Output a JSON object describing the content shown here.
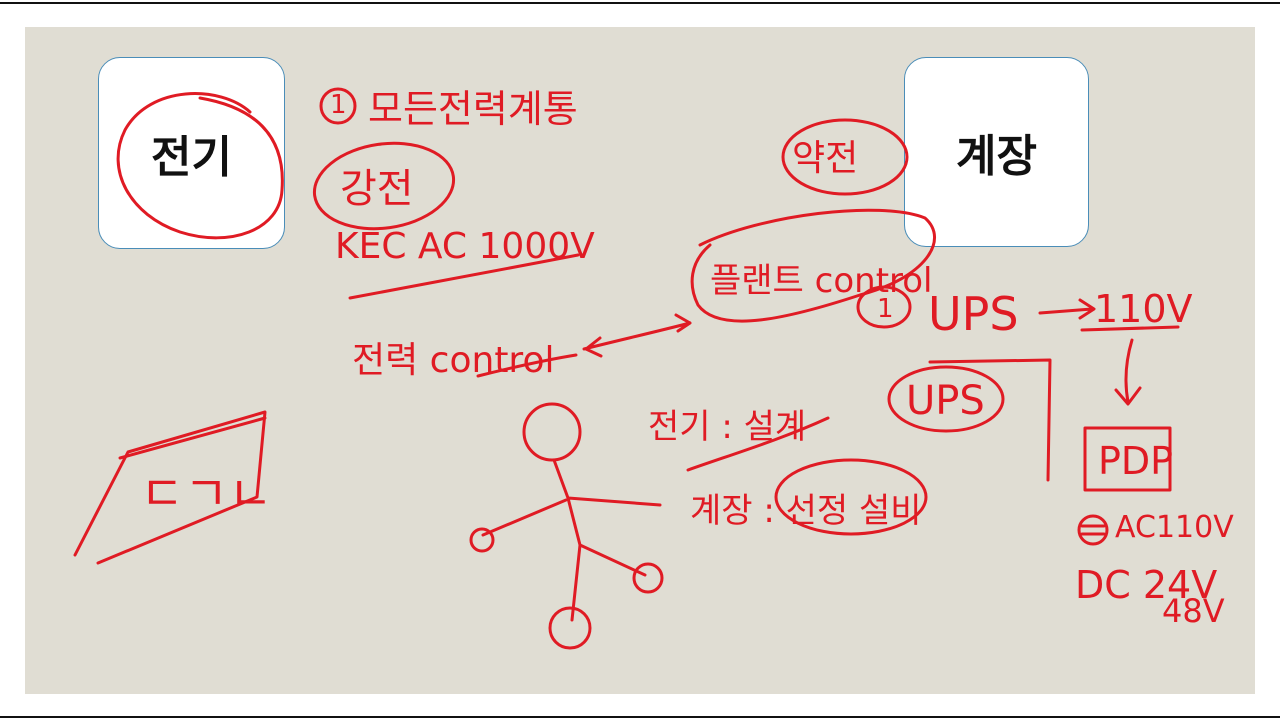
{
  "cards": {
    "left_title": "전기",
    "right_title": "계장"
  },
  "notes": {
    "n1_circle": "1",
    "n1_text": "모든전력계통",
    "strong_power": "강전",
    "kec": "KEC AC 1000V",
    "weak_power": "약전",
    "plant_control": "플랜트 control",
    "power_control": "전력 control",
    "n2_circle": "1",
    "ups_arrow": "UPS",
    "volt_110": "110V",
    "ups_circled": "UPS",
    "pdp": "PDP",
    "ac110": "AC110V",
    "dc_24": "DC 24V",
    "dc_48": "48V",
    "elec_person": "전기 : 설계",
    "inst_person": "계장 : 선정 설비",
    "box_text": "ㄷㄱㄴ"
  },
  "colors": {
    "board": "#e0ddd3",
    "ink": "#e01b24",
    "card_border": "#4a8db8"
  }
}
